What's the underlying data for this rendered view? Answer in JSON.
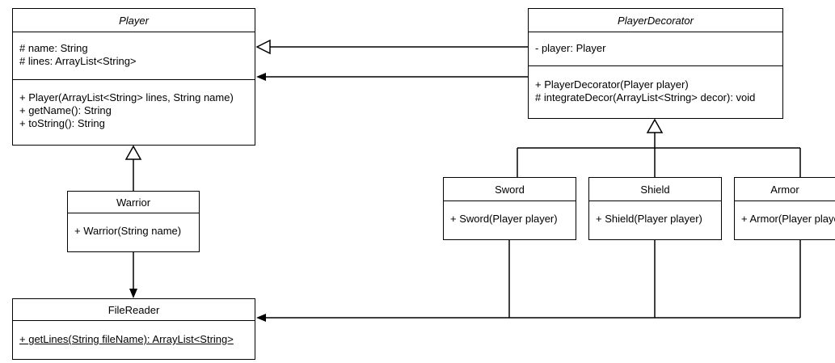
{
  "classes": {
    "player": {
      "name": "Player",
      "attributes": [
        "# name: String",
        "# lines: ArrayList<String>"
      ],
      "methods": [
        "+ Player(ArrayList<String> lines, String name)",
        "+ getName(): String",
        "+ toString(): String"
      ]
    },
    "player_decorator": {
      "name": "PlayerDecorator",
      "attributes": [
        "- player: Player"
      ],
      "methods": [
        "+ PlayerDecorator(Player player)",
        "# integrateDecor(ArrayList<String> decor): void"
      ]
    },
    "warrior": {
      "name": "Warrior",
      "methods": [
        "+ Warrior(String name)"
      ]
    },
    "sword": {
      "name": "Sword",
      "methods": [
        "+ Sword(Player player)"
      ]
    },
    "shield": {
      "name": "Shield",
      "methods": [
        "+ Shield(Player player)"
      ]
    },
    "armor": {
      "name": "Armor",
      "methods": [
        "+ Armor(Player player)"
      ]
    },
    "file_reader": {
      "name": "FileReader",
      "method_prefix": "+ ",
      "method_static": "getLines(String fileName): ArrayList<String>"
    }
  }
}
